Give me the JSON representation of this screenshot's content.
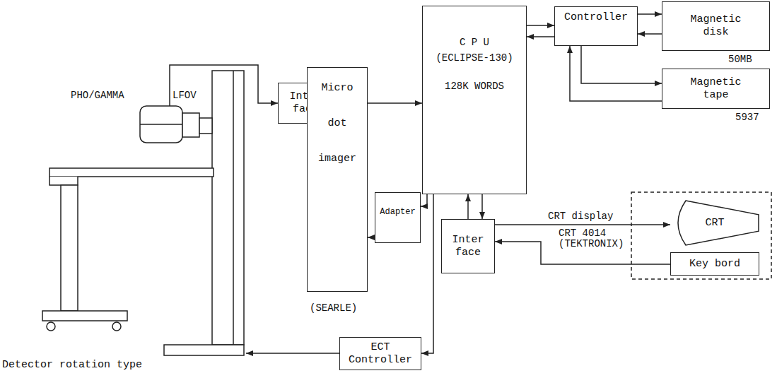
{
  "diagram": {
    "nodes": [
      {
        "text": [
          "Inter face"
        ]
      },
      {
        "text": [
          "C P U",
          "(ECLIPSE-130)",
          "128K WORDS"
        ]
      },
      {
        "text": [
          "Controller"
        ]
      },
      {
        "text": [
          "Magnetic disk"
        ]
      },
      {
        "text": [
          "Magnetic tape"
        ]
      },
      {
        "text": [
          "Micro dot imager"
        ]
      },
      {
        "text": [
          "Adapter"
        ]
      },
      {
        "text": [
          "Inter face"
        ]
      },
      {
        "text": [
          "CRT"
        ]
      },
      {
        "text": [
          "Key bord"
        ]
      },
      {
        "text": [
          "ECT Controller"
        ]
      }
    ],
    "edges": [
      {
        "from": 0,
        "to": 1,
        "arrow": "to"
      },
      {
        "from": 1,
        "to": 2,
        "arrow": "to"
      },
      {
        "from": 2,
        "to": 1,
        "arrow": "to"
      },
      {
        "from": 2,
        "to": 3,
        "arrow": "to"
      },
      {
        "from": 3,
        "to": 2,
        "arrow": "to"
      },
      {
        "from": 2,
        "to": 4,
        "arrow": "to"
      },
      {
        "from": 4,
        "to": 2,
        "arrow": "to"
      },
      {
        "from": 1,
        "to": 6,
        "arrow": "to"
      },
      {
        "from": 6,
        "to": 5,
        "arrow": "to"
      },
      {
        "from": 7,
        "to": 1,
        "arrow": "to"
      },
      {
        "from": 1,
        "to": 7,
        "arrow": "to"
      },
      {
        "from": 7,
        "to": 8,
        "arrow": "to"
      },
      {
        "from": 9,
        "to": 7,
        "arrow": "to"
      },
      {
        "from": 1,
        "to": 10,
        "arrow": "to"
      }
    ],
    "labels": [
      "PHO/GAMMA LFOV",
      "50MB",
      "5937",
      "(SEARLE)",
      "CRT display",
      "CRT 4014 (TEKTRONIX)",
      "Detector rotation type"
    ]
  }
}
